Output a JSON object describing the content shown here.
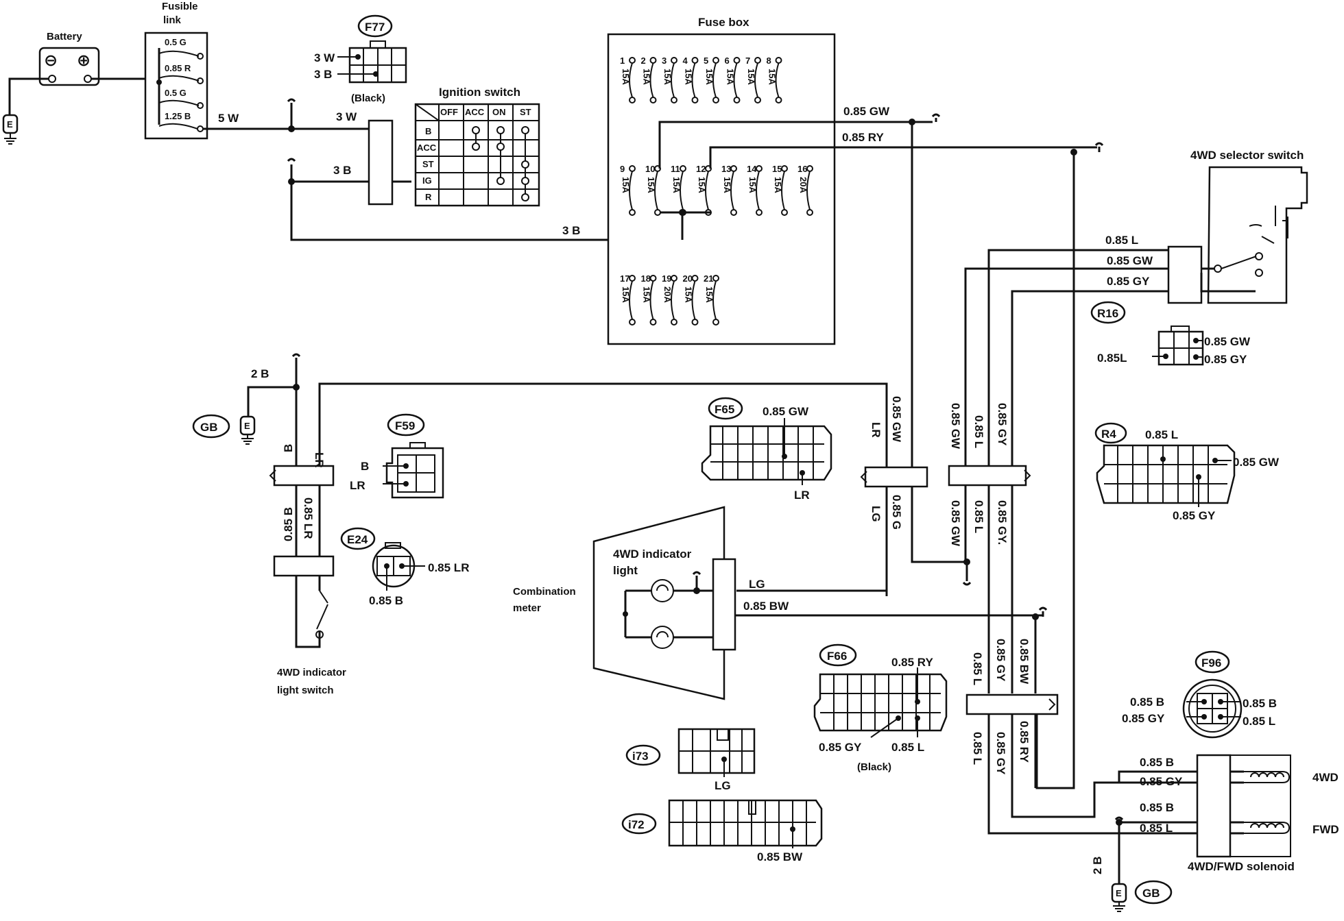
{
  "battery": {
    "label": "Battery",
    "minus": "⊖",
    "plus": "⊕"
  },
  "fusible_link": {
    "title1": "Fusible",
    "title2": "link",
    "links": [
      "0.5 G",
      "0.85 R",
      "0.5 G",
      "1.25 B"
    ]
  },
  "ground_e": "E",
  "wires": {
    "w5W": "5 W",
    "w3W": "3 W",
    "w3B": "3 B",
    "w3B_b": "3 B",
    "gw_top": "0.85 GW",
    "ry_top": "0.85 RY",
    "sel_l": "0.85 L",
    "sel_gw": "0.85 GW",
    "sel_gy": "0.85 GY",
    "v_gw_a": "0.85 GW",
    "v_lr_a": "LR",
    "v_lg": "LG",
    "v_g": "0.85 G",
    "v_gw_b": "0.85 GW",
    "v_l_b": "0.85 L",
    "v_gy_b": "0.85 GY",
    "v_gw_c": "0.85 GW",
    "v_l_c": "0.85 L",
    "v_gy_c": "0.85 GY.",
    "v_l_d": "0.85 L",
    "v_gy_d": "0.85 GY",
    "v_bw_d": "0.85 BW",
    "v_l_e": "0.85 L",
    "v_gy_e": "0.85 GY",
    "v_ry_e": "0.85 RY",
    "lg_h": "LG",
    "bw_h": "0.85 BW",
    "two_b": "2 B",
    "left_b": "B",
    "left_lr": "LR",
    "left_85b": "0.85 B",
    "left_85lr": "0.85 LR",
    "two_b_bottom": "2 B"
  },
  "connectors": {
    "f77": {
      "id": "F77",
      "p1": "3 W",
      "p2": "3 B",
      "note": "(Black)"
    },
    "f59": {
      "id": "F59",
      "p1": "B",
      "p2": "LR"
    },
    "e24": {
      "id": "E24",
      "p1": "0.85 LR",
      "p2": "0.85 B"
    },
    "f65": {
      "id": "F65",
      "p1": "0.85 GW",
      "p2": "LR"
    },
    "r16": {
      "id": "R16",
      "p1": "0.85 GW",
      "p2": "0.85 GY",
      "p3": "0.85L"
    },
    "r4": {
      "id": "R4",
      "p1": "0.85 L",
      "p2": "0.85 GW",
      "p3": "0.85 GY"
    },
    "f66": {
      "id": "F66",
      "p1": "0.85 RY",
      "p2": "0.85 GY",
      "p3": "0.85 L",
      "note": "(Black)"
    },
    "f96": {
      "id": "F96",
      "p1": "0.85 B",
      "p2": "0.85 B",
      "p3": "0.85 GY",
      "p4": "0.85 L"
    },
    "i73": {
      "id": "i73",
      "p1": "LG"
    },
    "i72": {
      "id": "i72",
      "p1": "0.85 BW"
    }
  },
  "ignition": {
    "title": "Ignition switch",
    "cols": [
      "OFF",
      "ACC",
      "ON",
      "ST"
    ],
    "rows": [
      "B",
      "ACC",
      "ST",
      "IG",
      "R"
    ]
  },
  "fusebox": {
    "title": "Fuse box",
    "row1_nums": [
      "1",
      "2",
      "3",
      "4",
      "5",
      "6",
      "7",
      "8"
    ],
    "row1_amps": [
      "15A",
      "15A",
      "15A",
      "15A",
      "15A",
      "15A",
      "15A",
      "15A"
    ],
    "row2_nums": [
      "9",
      "10",
      "11",
      "12",
      "13",
      "14",
      "15",
      "16"
    ],
    "row2_amps": [
      "15A",
      "15A",
      "15A",
      "15A",
      "15A",
      "15A",
      "15A",
      "20A"
    ],
    "row3_nums": [
      "17",
      "18",
      "19",
      "20",
      "21"
    ],
    "row3_amps": [
      "15A",
      "15A",
      "20A",
      "15A",
      "15A"
    ]
  },
  "selector": {
    "title": "4WD selector switch"
  },
  "meter": {
    "label1": "Combination",
    "label2": "meter",
    "ind1": "4WD indicator",
    "ind2": "light"
  },
  "ind_switch": {
    "label1": "4WD indicator",
    "label2": "light switch"
  },
  "solenoid": {
    "title": "4WD/FWD solenoid",
    "lbl_4wd": "4WD",
    "lbl_fwd": "FWD",
    "w1": "0.85 B",
    "w2": "0.85 GY",
    "w3": "0.85 B",
    "w4": "0.85 L"
  },
  "grounds": {
    "gb1": "GB",
    "gb2": "GB"
  }
}
